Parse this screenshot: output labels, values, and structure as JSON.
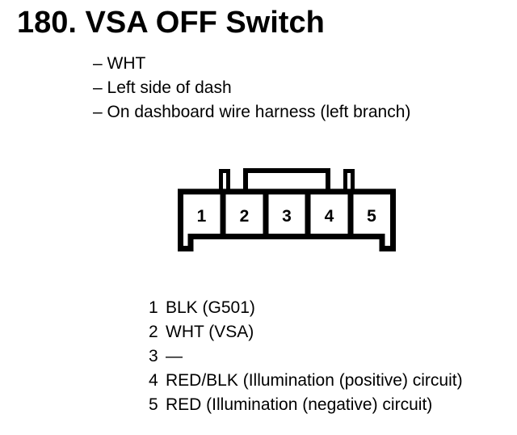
{
  "document": {
    "title": "180. VSA OFF Switch",
    "details": [
      "– WHT",
      "– Left side of dash",
      "– On dashboard wire harness (left branch)"
    ]
  },
  "connector": {
    "pins": [
      "1",
      "2",
      "3",
      "4",
      "5"
    ]
  },
  "pin_legend": [
    {
      "pin": "1",
      "desc": "BLK (G501)"
    },
    {
      "pin": "2",
      "desc": "WHT (VSA)"
    },
    {
      "pin": "3",
      "desc": "—"
    },
    {
      "pin": "4",
      "desc": "RED/BLK (Illumination (positive) circuit)"
    },
    {
      "pin": "5",
      "desc": "RED (Illumination (negative) circuit)"
    }
  ],
  "colors": {
    "ink": "#000000",
    "paper": "#ffffff"
  }
}
